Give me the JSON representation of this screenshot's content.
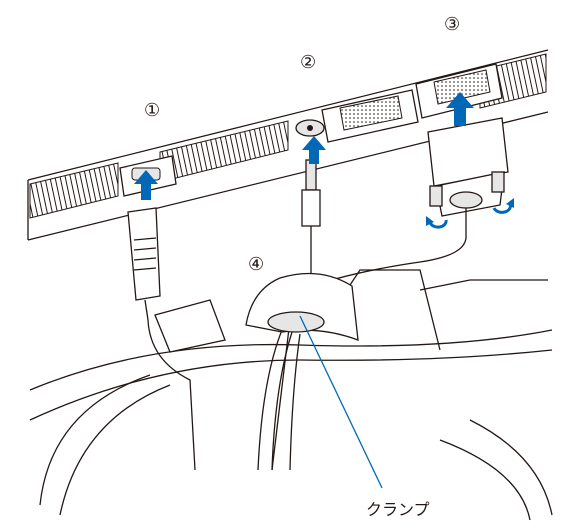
{
  "labels": {
    "n1": "①",
    "n2": "②",
    "n3": "③",
    "n4": "④",
    "clamp": "クランプ"
  },
  "colors": {
    "line": "#231815",
    "arrow": "#0068b7",
    "leader": "#0068b7",
    "shade": "#e6e6e6"
  },
  "icons": [
    "up-arrow-icon",
    "rotate-arrow-icon"
  ]
}
